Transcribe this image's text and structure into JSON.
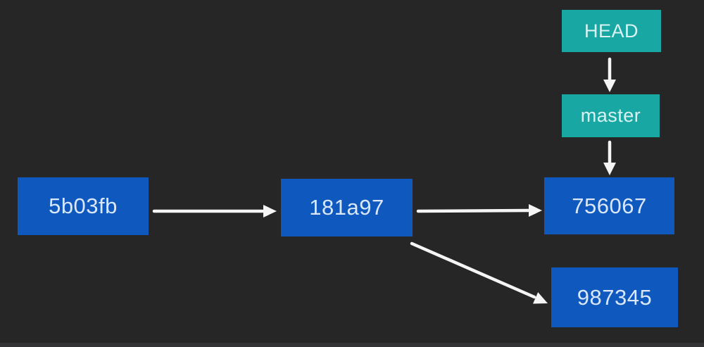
{
  "diagram": {
    "type": "git-commit-graph",
    "background_color": "#262627",
    "arrow_color": "#f5f5f5",
    "ref_box_color": "#18A7A3",
    "commit_box_color": "#0F58BE",
    "refs": [
      {
        "id": "head",
        "label": "HEAD"
      },
      {
        "id": "master",
        "label": "master"
      }
    ],
    "commits": [
      {
        "id": "5b03fb",
        "label": "5b03fb"
      },
      {
        "id": "181a97",
        "label": "181a97"
      },
      {
        "id": "756067",
        "label": "756067"
      },
      {
        "id": "987345",
        "label": "987345"
      }
    ],
    "edges": [
      {
        "from": "HEAD",
        "to": "master"
      },
      {
        "from": "master",
        "to": "756067"
      },
      {
        "from": "5b03fb",
        "to": "181a97"
      },
      {
        "from": "181a97",
        "to": "756067"
      },
      {
        "from": "181a97",
        "to": "987345"
      }
    ]
  }
}
